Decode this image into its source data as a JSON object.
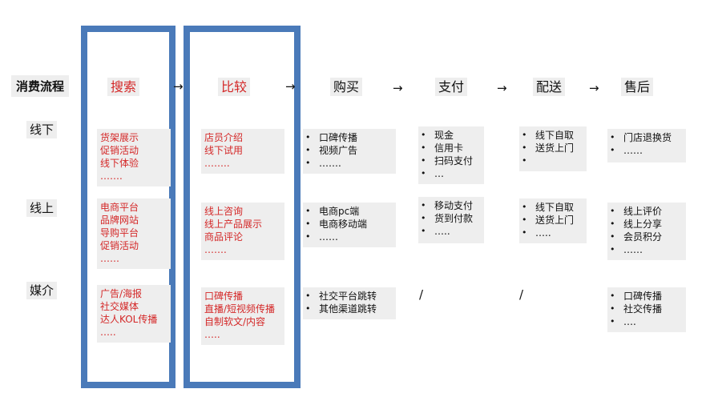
{
  "title": "消费流程",
  "stages": [
    "搜索",
    "比较",
    "购买",
    "支付",
    "配送",
    "售后"
  ],
  "arrows": [
    "→",
    "→",
    "→",
    "→",
    "→"
  ],
  "rows": [
    "线下",
    "线上",
    "媒介"
  ],
  "cells": {
    "search": [
      [
        "货架展示",
        "促销活动",
        "线下体验",
        "……."
      ],
      [
        "电商平台",
        "品牌网站",
        "导购平台",
        "促销活动",
        "……"
      ],
      [
        "广告/海报",
        "社交媒体",
        "达人KOL传播",
        "….."
      ]
    ],
    "compare": [
      [
        "店员介绍",
        "线下试用",
        "…….."
      ],
      [
        "线上咨询",
        "线上产品展示",
        "商品评论",
        "……."
      ],
      [
        "口碑传播",
        "直播/短视频传播",
        "自制软文/内容",
        "….."
      ]
    ],
    "buy": [
      [
        "口碑传播",
        "视频广告",
        "……."
      ],
      [
        "电商pc端",
        "电商移动端",
        "……"
      ],
      [
        "社交平台跳转",
        "其他渠道跳转"
      ]
    ],
    "pay": [
      [
        "现金",
        "信用卡",
        "扫码支付",
        "…"
      ],
      [
        "移动支付",
        "货到付款",
        "….."
      ],
      []
    ],
    "delivery": [
      [
        "线下自取",
        "送货上门",
        ""
      ],
      [
        "线下自取",
        "送货上门",
        "….."
      ],
      []
    ],
    "after": [
      [
        "门店退换货",
        "……"
      ],
      [
        "线上评价",
        "线上分享",
        "会员积分",
        "……"
      ],
      [
        "口碑传播",
        "社交传播",
        "…."
      ]
    ]
  },
  "slash": "/"
}
